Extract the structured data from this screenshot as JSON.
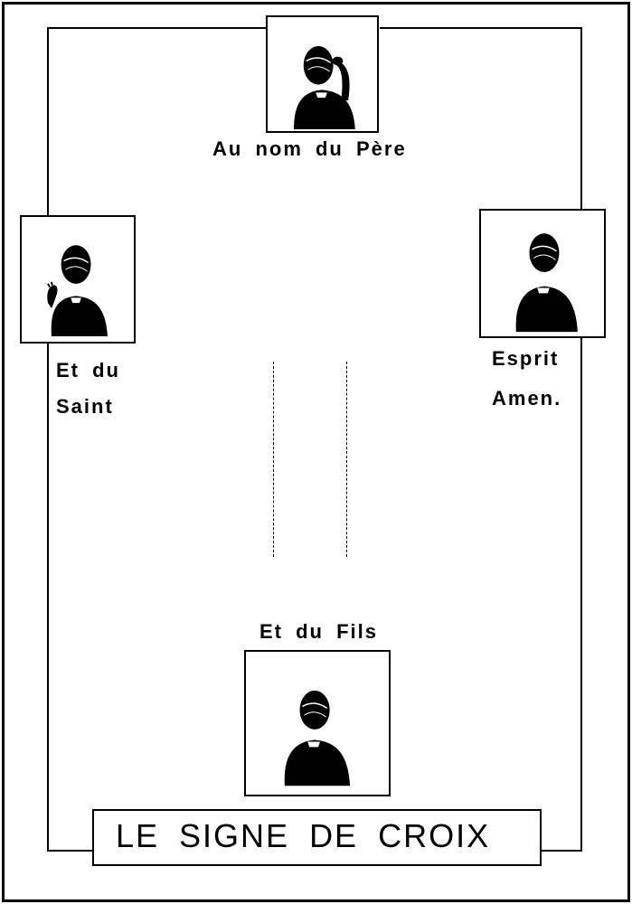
{
  "title": "LE SIGNE DE CROIX",
  "steps": {
    "top": {
      "label": "Au nom du Père",
      "icon": "child-touching-forehead"
    },
    "left": {
      "line1": "Et du",
      "line2": "Saint",
      "icon": "child-touching-left-shoulder"
    },
    "right": {
      "line1": "Esprit",
      "line2": "Amen.",
      "icon": "child-touching-right-shoulder"
    },
    "bottom": {
      "label": "Et du Fils",
      "icon": "child-touching-chest"
    }
  },
  "colors": {
    "ink": "#000000",
    "paper": "#ffffff"
  }
}
